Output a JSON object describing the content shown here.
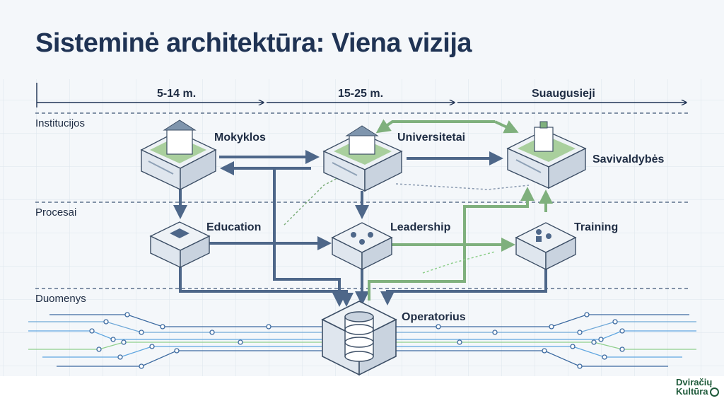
{
  "title": "Sisteminė architektūra: Viena vizija",
  "timeline": [
    "5-14 m.",
    "15-25 m.",
    "Suaugusieji"
  ],
  "lanes": [
    "Institucijos",
    "Procesai",
    "Duomenys"
  ],
  "nodes": {
    "schools": "Mokyklos",
    "universities": "Universitetai",
    "municipalities": "Savivaldybės",
    "education": "Education",
    "leadership": "Leadership",
    "training": "Training",
    "operator": "Operatorius"
  },
  "logo": {
    "line1": "Dviračių",
    "line2": "Kultūra"
  },
  "colors": {
    "title": "#1f3354",
    "arrow": "#4e6789",
    "green_arrow": "#7fb07d",
    "grid": "#dde4ec",
    "data_line": "#5fa6e0"
  }
}
